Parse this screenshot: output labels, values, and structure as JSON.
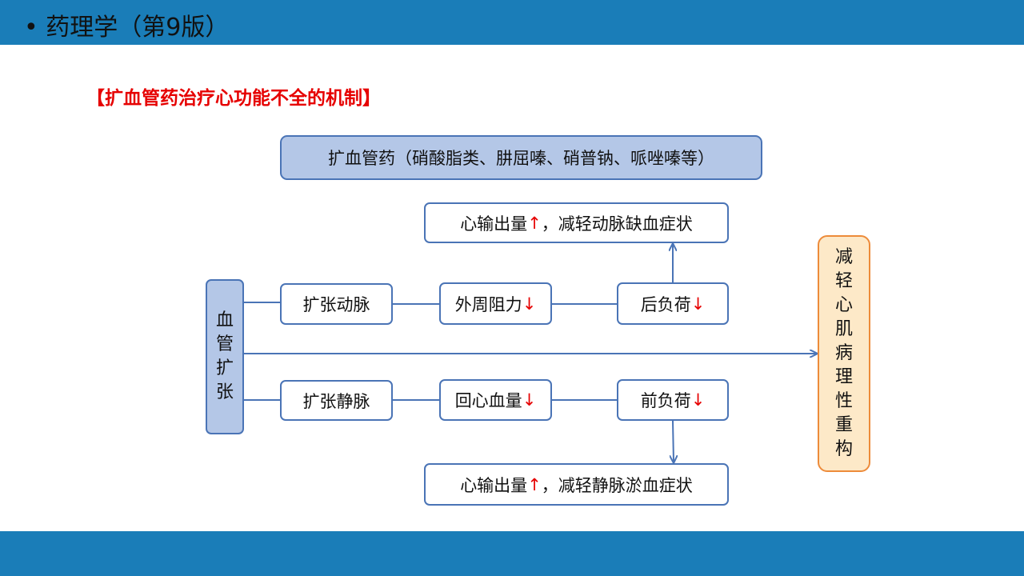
{
  "header": {
    "title": "• 药理学（第9版）"
  },
  "heading": "【扩血管药治疗心功能不全的机制】",
  "top_box": "扩血管药（硝酸脂类、肼屈嗪、硝普钠、哌唑嗪等）",
  "left_box": [
    "血",
    "管",
    "扩",
    "张"
  ],
  "right_box": [
    "减",
    "轻",
    "心",
    "肌",
    "病",
    "理",
    "性",
    "重",
    "构"
  ],
  "upper_row": {
    "step1": "扩张动脉",
    "step2_text": "外周阻力",
    "step2_arrow": "↓",
    "step3_text": "后负荷",
    "step3_arrow": "↓",
    "result_pre": "心输出量",
    "result_arrow": "↑",
    "result_post": "，减轻动脉缺血症状"
  },
  "lower_row": {
    "step1": "扩张静脉",
    "step2_text": "回心血量",
    "step2_arrow": "↓",
    "step3_text": "前负荷",
    "step3_arrow": "↓",
    "result_pre": "心输出量",
    "result_arrow": "↑",
    "result_post": "，减轻静脉淤血症状"
  },
  "colors": {
    "bar": "#1a7db8",
    "box_border": "#4a74b6",
    "box_fill": "#b4c7e7",
    "accent_red": "#e60000",
    "orange_border": "#ed8b3a",
    "orange_fill": "#fde9c8"
  }
}
